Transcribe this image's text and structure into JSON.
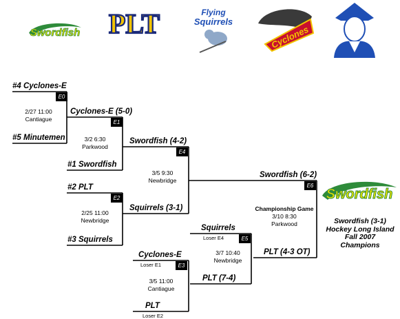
{
  "logos": {
    "swordfish": "Swordfish",
    "plt": "PLT",
    "squirrels_line1": "Flying",
    "squirrels_line2": "Squirrels",
    "cyclones": "Cyclones",
    "champion": "Swordfish"
  },
  "round1": {
    "e0": {
      "top_team": "#4 Cyclones-E",
      "bottom_team": "#5 Minutemen",
      "game": "E0",
      "date": "2/27 11:00",
      "rink": "Cantiague"
    },
    "e1": {
      "winner": "Cyclones-E (5-0)",
      "bottom_team": "#1 Swordfish",
      "game": "E1",
      "date": "3/2  6:30",
      "rink": "Parkwood"
    },
    "e2": {
      "top_team": "#2 PLT",
      "bottom_team": "#3 Squirrels",
      "game": "E2",
      "date": "2/25 11:00",
      "rink": "Newbridge"
    }
  },
  "round2": {
    "e4": {
      "top_team": "Swordfish (4-2)",
      "bottom_team": "Squirrels (3-1)",
      "game": "E4",
      "date": "3/5  9:30",
      "rink": "Newbridge"
    }
  },
  "consolation": {
    "e3": {
      "top_team": "Cyclones-E",
      "top_note": "Loser E1",
      "bottom_team": "PLT",
      "bottom_note": "Loser E2",
      "game": "E3",
      "date": "3/5  11:00",
      "rink": "Cantiague"
    },
    "e5": {
      "top_team": "Squirrels",
      "top_note": "Loser E4",
      "bottom_team": "PLT  (7-4)",
      "game": "E5",
      "date": "3/7  10:40",
      "rink": "Newbridge"
    }
  },
  "final": {
    "e6": {
      "top_team": "Swordfish (6-2)",
      "bottom_team": "PLT  (4-3 OT)",
      "game": "E6",
      "title": "Championship Game",
      "date": "3/10  8:30",
      "rink": "Parkwood"
    }
  },
  "champion": {
    "line1": "Swordfish  (3-1)",
    "line2": "Hockey Long Island",
    "line3": "Fall 2007",
    "line4": "Champions"
  },
  "colors": {
    "yellow": "#f2e600",
    "green": "#2e8b3a",
    "navy": "#1b2a7a",
    "blue": "#1f4fb5",
    "red": "#c8102e"
  }
}
